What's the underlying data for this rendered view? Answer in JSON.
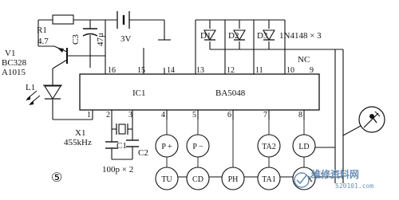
{
  "diagram_number": "⑤",
  "ic": {
    "ref": "IC1",
    "part": "BA5048"
  },
  "supply": {
    "label": "3V"
  },
  "r1": {
    "ref": "R1",
    "value": "4.7"
  },
  "c3": {
    "ref": "C3",
    "value": "47μ"
  },
  "v1": {
    "ref": "V1",
    "part1": "BC328",
    "part2": "A1015"
  },
  "led": {
    "ref": "L1"
  },
  "crystal": {
    "ref": "X1",
    "freq": "455kHz"
  },
  "caps": {
    "c1": "C1",
    "c2": "C2",
    "value": "100p × 2"
  },
  "diodes": {
    "d1": "D1",
    "d2": "D2",
    "d3": "D3",
    "part": "1N4148 × 3"
  },
  "nc_label": "NC",
  "pins_top": [
    "16",
    "15",
    "14",
    "13",
    "12",
    "11",
    "10",
    "9"
  ],
  "pins_bottom": [
    "1",
    "2",
    "3",
    "4",
    "5",
    "6",
    "7",
    "8"
  ],
  "buttons_top": [
    "P +",
    "P −",
    "TA2",
    "LD"
  ],
  "buttons_bottom": [
    "TU",
    "CD",
    "PH",
    "TA1",
    "AUX"
  ],
  "watermark": {
    "text": "维修资料网",
    "url": "520101.com"
  }
}
